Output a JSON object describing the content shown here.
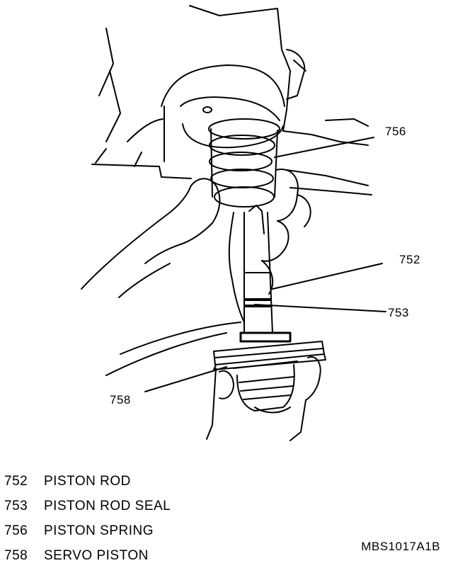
{
  "callouts": {
    "c756": "756",
    "c752": "752",
    "c753": "753",
    "c758": "758"
  },
  "legend": [
    {
      "number": "752",
      "text": "PISTON ROD"
    },
    {
      "number": "753",
      "text": "PISTON ROD SEAL"
    },
    {
      "number": "756",
      "text": "PISTON SPRING"
    },
    {
      "number": "758",
      "text": "SERVO PISTON"
    }
  ],
  "figure_code": "MBS1017A1B",
  "colors": {
    "ink": "#000000",
    "paper": "#ffffff"
  }
}
